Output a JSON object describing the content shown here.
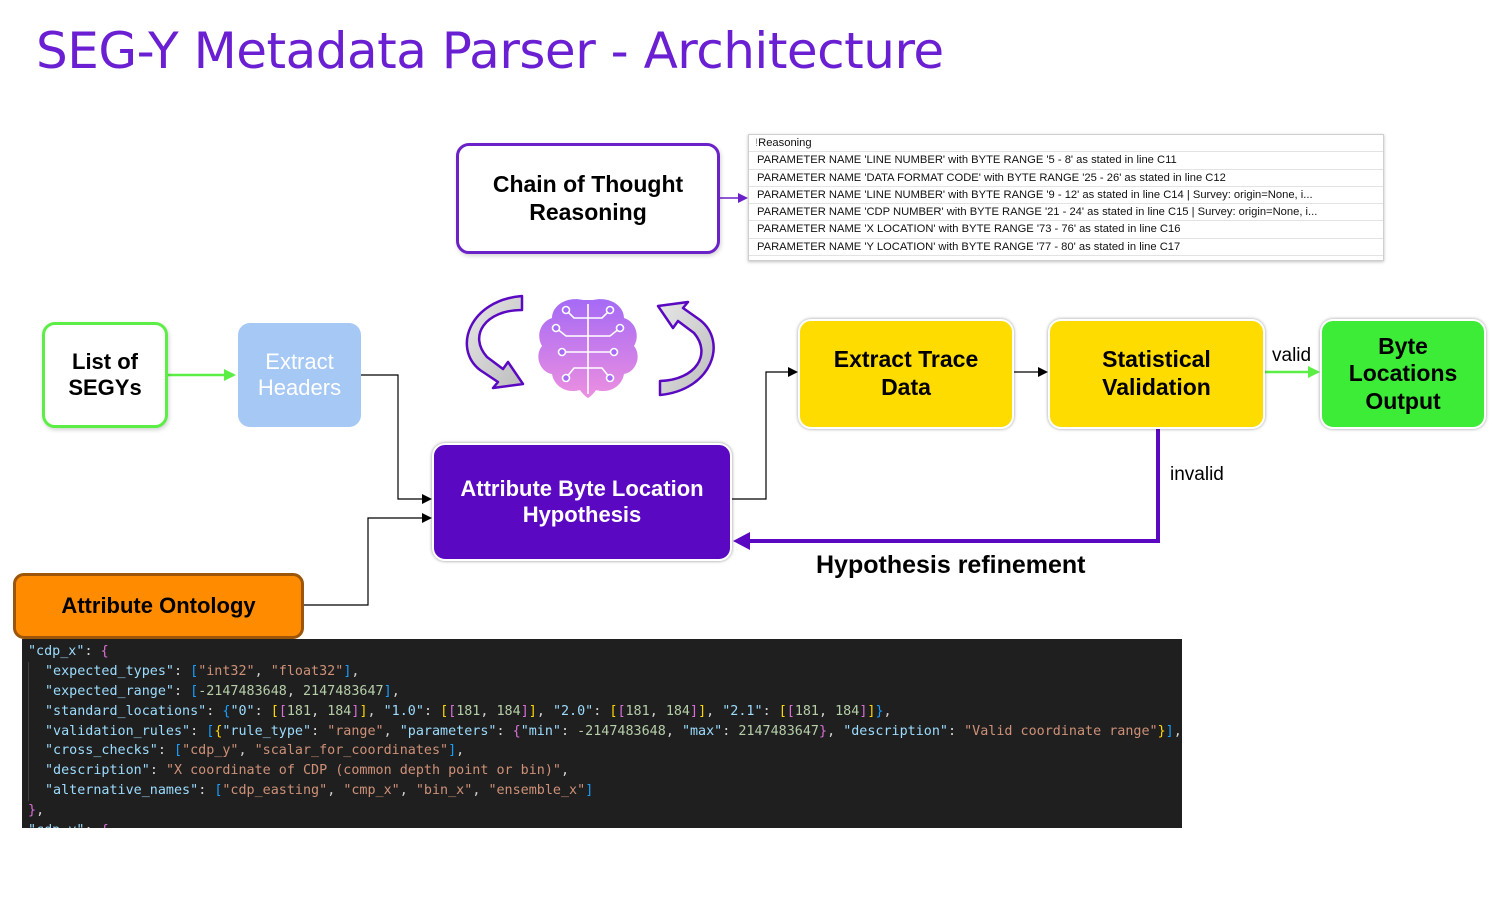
{
  "title": "SEG-Y Metadata Parser - Architecture",
  "nodes": {
    "list_of_segys": "List of\nSEGYs",
    "extract_headers": "Extract\nHeaders",
    "chain_of_thought": "Chain of Thought\nReasoning",
    "hypothesis": "Attribute Byte Location\nHypothesis",
    "extract_trace": "Extract Trace\nData",
    "statistical_validation": "Statistical\nValidation",
    "byte_locations_output": "Byte\nLocations\nOutput",
    "attribute_ontology": "Attribute Ontology"
  },
  "edge_labels": {
    "valid": "valid",
    "invalid": "invalid",
    "hypothesis_refinement": "Hypothesis refinement"
  },
  "colors": {
    "title": "#6a1fd2",
    "purple": "#5a08c2",
    "yellow": "#ffdc00",
    "green": "#3cec37",
    "orange": "#ff8c00",
    "light_blue": "#a6c8f4",
    "green_arrow": "#5bef45"
  },
  "icons": [
    "brain-circuit-icon",
    "cycle-arrows-icon"
  ],
  "reasoning_table": {
    "header": "Reasoning",
    "header_marker": "!",
    "rows": [
      "PARAMETER NAME 'LINE NUMBER' with BYTE RANGE '5 - 8' as stated in line C11",
      "PARAMETER NAME 'DATA FORMAT CODE' with BYTE RANGE '25 - 26' as stated in line C12",
      "PARAMETER NAME 'LINE NUMBER' with BYTE RANGE '9 - 12' as stated in line C14 | Survey: origin=None, i...",
      "PARAMETER NAME 'CDP NUMBER' with BYTE RANGE '21 - 24' as stated in line C15 | Survey: origin=None, i...",
      "PARAMETER NAME 'X LOCATION' with BYTE RANGE '73 - 76' as stated in line C16",
      "PARAMETER NAME 'Y LOCATION' with BYTE RANGE '77 - 80' as stated in line C17"
    ]
  },
  "code": {
    "lines": [
      "\"cdp_x\": {",
      "  \"expected_types\": [\"int32\", \"float32\"],",
      "  \"expected_range\": [-2147483648, 2147483647],",
      "  \"standard_locations\": {\"0\": [[181, 184]], \"1.0\": [[181, 184]], \"2.0\": [[181, 184]], \"2.1\": [[181, 184]]},",
      "  \"validation_rules\": [{\"rule_type\": \"range\", \"parameters\": {\"min\": -2147483648, \"max\": 2147483647}, \"description\": \"Valid coordinate range\"}],",
      "  \"cross_checks\": [\"cdp_y\", \"scalar_for_coordinates\"],",
      "  \"description\": \"X coordinate of CDP (common depth point or bin)\",",
      "  \"alternative_names\": [\"cdp_easting\", \"cmp_x\", \"bin_x\", \"ensemble_x\"]",
      "},",
      "\"cdp_y\": {"
    ]
  }
}
